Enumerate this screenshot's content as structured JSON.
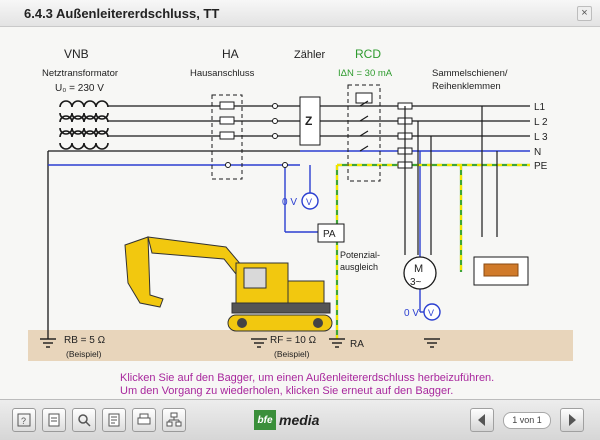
{
  "window": {
    "title": "6.4.3 Außenleitererdschluss, TT",
    "close_symbol": "×"
  },
  "diagram": {
    "vnb_label": "VNB",
    "transformer_label": "Netztransformator",
    "voltage_label": "U₀ = 230 V",
    "ha_label": "HA",
    "ha_sub": "Hausanschluss",
    "meter_label": "Zähler",
    "meter_box": "Z",
    "rcd_label": "RCD",
    "rcd_current": "IΔN = 30 mA",
    "busbar_label_1": "Sammelschienen/",
    "busbar_label_2": "Reihenklemmen",
    "l1": "L1",
    "l2": "L 2",
    "l3": "L 3",
    "n": "N",
    "pe": "PE",
    "voltmeter_1": "0 V",
    "voltmeter_2": "0 V",
    "pa_box": "PA",
    "potential_1": "Potenzial-",
    "potential_2": "ausgleich",
    "motor_m": "M",
    "motor_3": "3~",
    "rb_label": "RB = 5 Ω",
    "rb_note": "(Beispiel)",
    "rf_label": "RF = 10 Ω",
    "rf_note": "(Beispiel)",
    "ra_label": "RA",
    "v_symbol": "V"
  },
  "hints": {
    "line1": "Klicken Sie auf den Bagger, um einen Außenleitererdschluss herbeizuführen.",
    "line2": "Um den Vorgang zu wiederholen, klicken Sie erneut auf den Bagger."
  },
  "toolbar": {
    "brand_mark": "bfe",
    "brand_text": "media",
    "page_indicator": "1 von 1"
  },
  "colors": {
    "ground": "#e8d5bb",
    "wire": "#1a1a1a",
    "neutral": "#2b3fd1",
    "pe_green": "#3fa535",
    "pe_yellow": "#f2e500",
    "rcd": "#2e9b2e",
    "hint": "#a8279d",
    "excavator": "#f2c80f"
  }
}
